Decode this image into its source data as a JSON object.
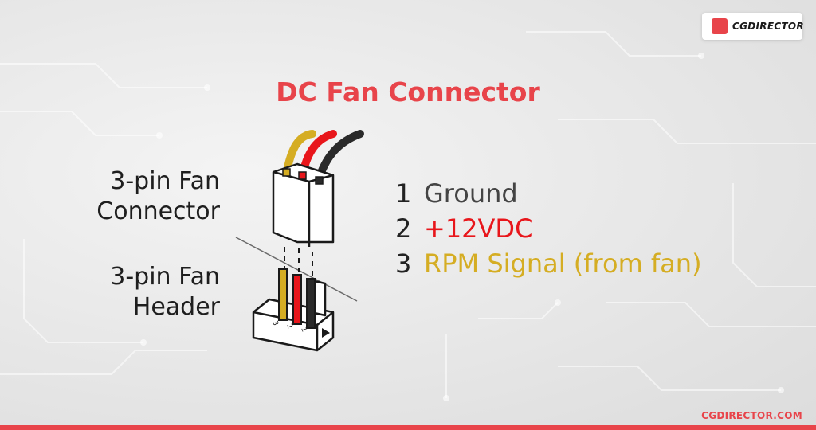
{
  "brand": {
    "logo_text": "CGDIRECTOR",
    "footer_text": "CGDIRECTOR.COM",
    "accent_color": "#e8444a"
  },
  "title": "DC Fan Connector",
  "labels": {
    "connector": [
      "3-pin Fan",
      "Connector"
    ],
    "header": [
      "3-pin Fan",
      "Header"
    ]
  },
  "pins": [
    {
      "number": "1",
      "description": "Ground",
      "color": "#444444"
    },
    {
      "number": "2",
      "description": "+12VDC",
      "color": "#e8161b"
    },
    {
      "number": "3",
      "description": "RPM Signal (from fan)",
      "color": "#d5ad23"
    }
  ],
  "header_pin_numbers": [
    "3",
    "2",
    "1"
  ],
  "wire_colors": {
    "pin1": "#222222",
    "pin2": "#e8161b",
    "pin3": "#d5ad23"
  }
}
